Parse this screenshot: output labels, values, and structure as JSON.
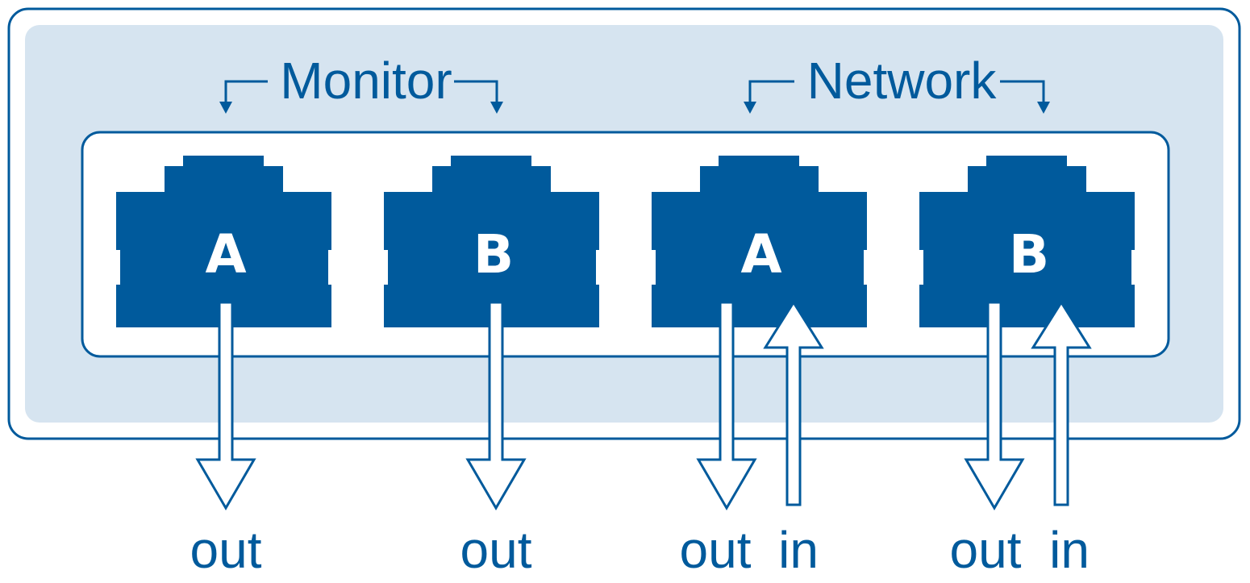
{
  "colors": {
    "brand_blue": "#005a9c",
    "panel_fill": "#d6e4f0",
    "background": "#ffffff"
  },
  "groups": [
    {
      "label": "Monitor",
      "ports": [
        {
          "letter": "A",
          "directions": [
            "out"
          ]
        },
        {
          "letter": "B",
          "directions": [
            "out"
          ]
        }
      ]
    },
    {
      "label": "Network",
      "ports": [
        {
          "letter": "A",
          "directions": [
            "out",
            "in"
          ]
        },
        {
          "letter": "B",
          "directions": [
            "out",
            "in"
          ]
        }
      ]
    }
  ]
}
